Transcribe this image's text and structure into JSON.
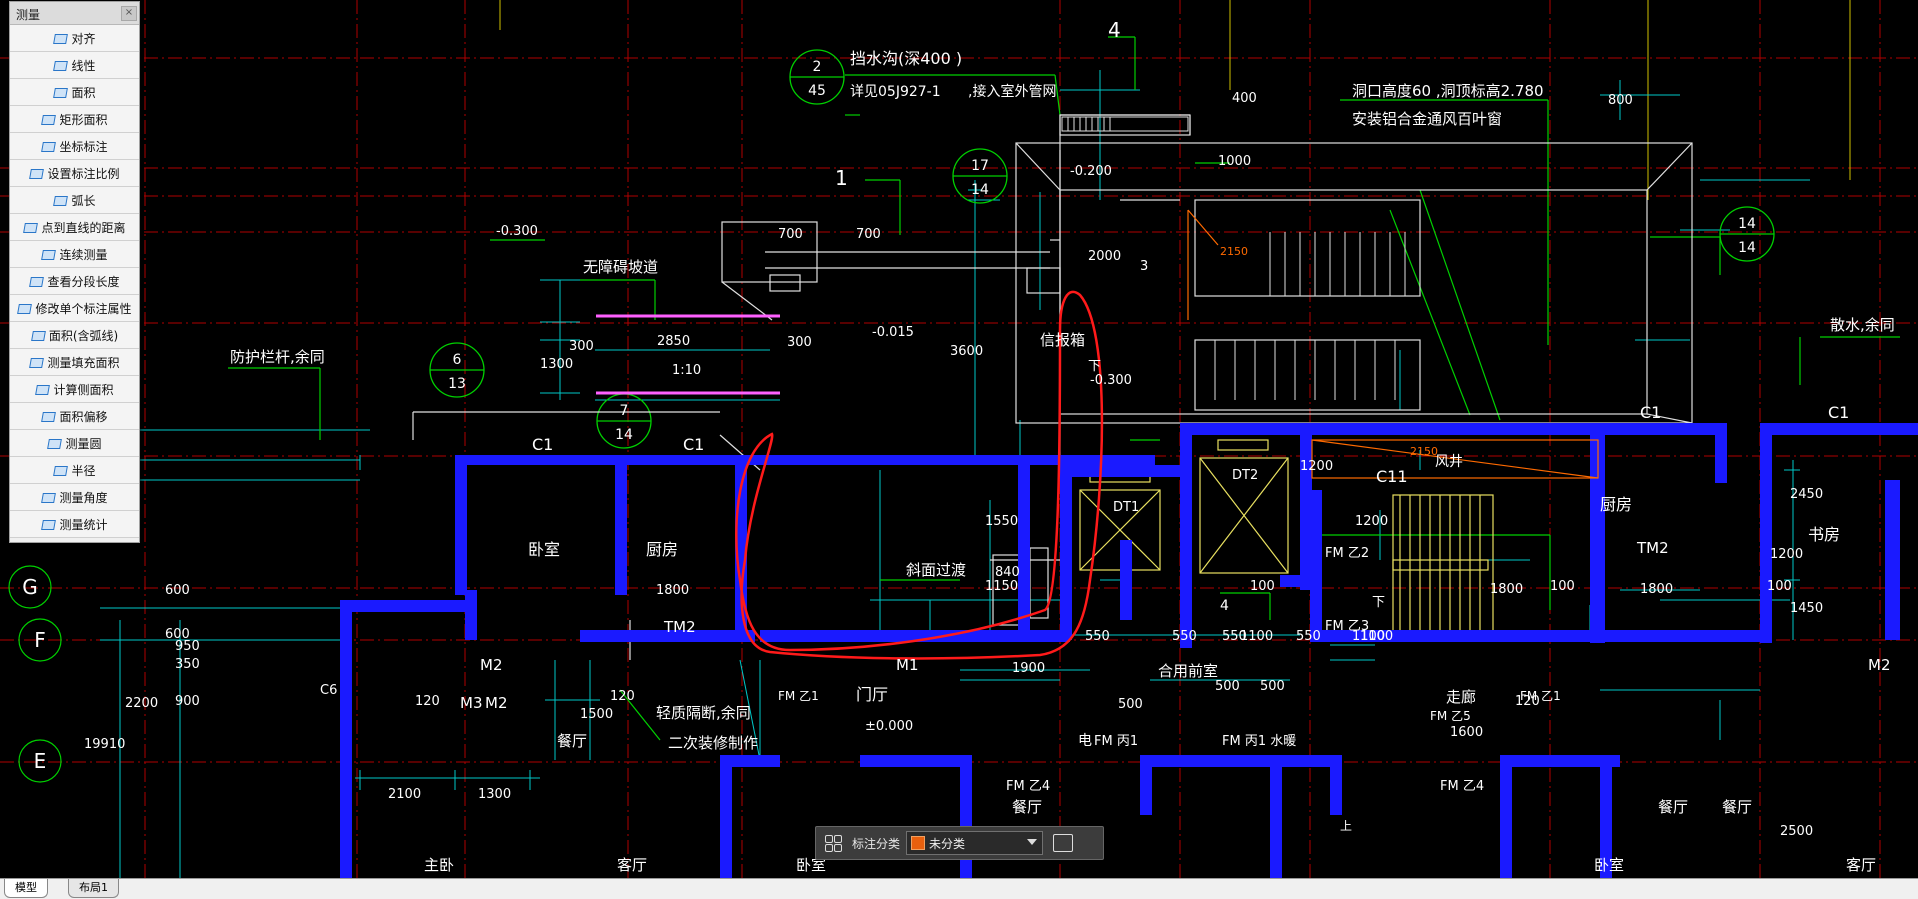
{
  "palette": {
    "title": "测量",
    "tools": [
      {
        "label": "对齐",
        "icon": "align-measure-icon"
      },
      {
        "label": "线性",
        "icon": "linear-measure-icon"
      },
      {
        "label": "面积",
        "icon": "area-icon"
      },
      {
        "label": "矩形面积",
        "icon": "rect-area-icon"
      },
      {
        "label": "坐标标注",
        "icon": "coordinate-icon"
      },
      {
        "label": "设置标注比例",
        "icon": "scale-icon"
      },
      {
        "label": "弧长",
        "icon": "arc-length-icon"
      },
      {
        "label": "点到直线的距离",
        "icon": "point-line-icon"
      },
      {
        "label": "连续测量",
        "icon": "continuous-measure-icon"
      },
      {
        "label": "查看分段长度",
        "icon": "segment-length-icon"
      },
      {
        "label": "修改单个标注属性",
        "icon": "edit-annotation-icon"
      },
      {
        "label": "面积(含弧线)",
        "icon": "arc-area-icon"
      },
      {
        "label": "测量填充面积",
        "icon": "fill-area-icon"
      },
      {
        "label": "计算侧面积",
        "icon": "side-area-icon"
      },
      {
        "label": "面积偏移",
        "icon": "area-offset-icon"
      },
      {
        "label": "测量圆",
        "icon": "circle-measure-icon"
      },
      {
        "label": "半径",
        "icon": "radius-icon"
      },
      {
        "label": "测量角度",
        "icon": "angle-icon"
      },
      {
        "label": "测量统计",
        "icon": "statistics-icon"
      }
    ]
  },
  "tabs": {
    "model": "模型",
    "layout1": "布局1"
  },
  "annotation_bar": {
    "label": "标注分类",
    "value": "未分类",
    "swatch": "#e8600e"
  },
  "drawing": {
    "texts": [
      {
        "t": "挡水沟(深400 )",
        "c": "#ffffff"
      },
      {
        "t": "详见05J927-1",
        "c": "#ffffff"
      },
      {
        "t": ",接入室外管网",
        "c": "#ffffff"
      },
      {
        "t": "洞口高度60 ,洞顶标高2.780",
        "c": "#ffffff"
      },
      {
        "t": "安装铝合金通风百叶窗",
        "c": "#ffffff"
      },
      {
        "t": "无障碍坡道",
        "c": "#ffffff"
      },
      {
        "t": "防护栏杆,余同",
        "c": "#ffffff"
      },
      {
        "t": "散水,余同",
        "c": "#ffffff"
      },
      {
        "t": "卧室",
        "c": "#ffffff"
      },
      {
        "t": "厨房",
        "c": "#ffffff"
      },
      {
        "t": "厨房",
        "c": "#ffffff"
      },
      {
        "t": "书房",
        "c": "#ffffff"
      },
      {
        "t": "斜面过渡",
        "c": "#ffffff"
      },
      {
        "t": "门厅",
        "c": "#ffffff"
      },
      {
        "t": "合用前室",
        "c": "#ffffff"
      },
      {
        "t": "走廊",
        "c": "#ffffff"
      },
      {
        "t": "餐厅",
        "c": "#ffffff"
      },
      {
        "t": "餐厅",
        "c": "#ffffff"
      },
      {
        "t": "餐厅",
        "c": "#ffffff"
      },
      {
        "t": "餐厅",
        "c": "#ffffff"
      },
      {
        "t": "轻质隔断,余同",
        "c": "#ffffff"
      },
      {
        "t": "二次装修制作",
        "c": "#ffffff"
      },
      {
        "t": "主卧",
        "c": "#ffffff"
      },
      {
        "t": "客厅",
        "c": "#ffffff"
      },
      {
        "t": "卧室",
        "c": "#ffffff"
      },
      {
        "t": "卧室",
        "c": "#ffffff"
      },
      {
        "t": "客厅",
        "c": "#ffffff"
      },
      {
        "t": "信报箱",
        "c": "#ffffff"
      },
      {
        "t": "风井",
        "c": "#ffffff"
      },
      {
        "t": "电",
        "c": "#ffffff"
      },
      {
        "t": "FM 丙1",
        "c": "#ffffff"
      },
      {
        "t": "FM 丙1 水暖",
        "c": "#ffffff"
      },
      {
        "t": "FM 乙2",
        "c": "#ffffff"
      },
      {
        "t": "FM 乙3",
        "c": "#ffffff"
      },
      {
        "t": "FM 乙4",
        "c": "#ffffff"
      },
      {
        "t": "FM 乙4",
        "c": "#ffffff"
      },
      {
        "t": "FM 乙1",
        "c": "#ffffff"
      },
      {
        "t": "FM 乙1",
        "c": "#ffffff"
      },
      {
        "t": "FM 乙5",
        "c": "#ffffff"
      },
      {
        "t": "DT1",
        "c": "#ffffff"
      },
      {
        "t": "DT2",
        "c": "#ffffff"
      },
      {
        "t": "C11",
        "c": "#ffffff"
      },
      {
        "t": "C1",
        "c": "#ffffff"
      },
      {
        "t": "C1",
        "c": "#ffffff"
      },
      {
        "t": "C1",
        "c": "#ffffff"
      },
      {
        "t": "C1",
        "c": "#ffffff"
      },
      {
        "t": "M1",
        "c": "#ffffff"
      },
      {
        "t": "M2",
        "c": "#ffffff"
      },
      {
        "t": "M2",
        "c": "#ffffff"
      },
      {
        "t": "M2",
        "c": "#ffffff"
      },
      {
        "t": "M3",
        "c": "#ffffff"
      },
      {
        "t": "TM2",
        "c": "#ffffff"
      },
      {
        "t": "TM2",
        "c": "#ffffff"
      },
      {
        "t": "C6",
        "c": "#ffffff"
      },
      {
        "t": "-0.300",
        "c": "#ffffff"
      },
      {
        "t": "-0.200",
        "c": "#ffffff"
      },
      {
        "t": "-0.015",
        "c": "#ffffff"
      },
      {
        "t": "-0.300",
        "c": "#ffffff"
      },
      {
        "t": "±0.000",
        "c": "#ffffff"
      },
      {
        "t": "2850",
        "c": "#ffffff"
      },
      {
        "t": "1:10",
        "c": "#ffffff"
      },
      {
        "t": "700",
        "c": "#ffffff"
      },
      {
        "t": "700",
        "c": "#ffffff"
      },
      {
        "t": "800",
        "c": "#ffffff"
      },
      {
        "t": "400",
        "c": "#ffffff"
      },
      {
        "t": "1000",
        "c": "#ffffff"
      },
      {
        "t": "2000",
        "c": "#ffffff"
      },
      {
        "t": "3600",
        "c": "#ffffff"
      },
      {
        "t": "300",
        "c": "#ffffff"
      },
      {
        "t": "300",
        "c": "#ffffff"
      },
      {
        "t": "1300",
        "c": "#ffffff"
      },
      {
        "t": "1550",
        "c": "#ffffff"
      },
      {
        "t": "1150",
        "c": "#ffffff"
      },
      {
        "t": "1800",
        "c": "#ffffff"
      },
      {
        "t": "1800",
        "c": "#ffffff"
      },
      {
        "t": "1800",
        "c": "#ffffff"
      },
      {
        "t": "1900",
        "c": "#ffffff"
      },
      {
        "t": "1100",
        "c": "#ffffff"
      },
      {
        "t": "1100",
        "c": "#ffffff"
      },
      {
        "t": "1100",
        "c": "#ffffff"
      },
      {
        "t": "550",
        "c": "#ffffff"
      },
      {
        "t": "550",
        "c": "#ffffff"
      },
      {
        "t": "550",
        "c": "#ffffff"
      },
      {
        "t": "550",
        "c": "#ffffff"
      },
      {
        "t": "1200",
        "c": "#ffffff"
      },
      {
        "t": "1200",
        "c": "#ffffff"
      },
      {
        "t": "1200",
        "c": "#ffffff"
      },
      {
        "t": "2100",
        "c": "#ffffff"
      },
      {
        "t": "1300",
        "c": "#ffffff"
      },
      {
        "t": "1500",
        "c": "#ffffff"
      },
      {
        "t": "1600",
        "c": "#ffffff"
      },
      {
        "t": "2450",
        "c": "#ffffff"
      },
      {
        "t": "1450",
        "c": "#ffffff"
      },
      {
        "t": "2500",
        "c": "#ffffff"
      },
      {
        "t": "19910",
        "c": "#ffffff"
      },
      {
        "t": "2200",
        "c": "#ffffff"
      },
      {
        "t": "900",
        "c": "#ffffff"
      },
      {
        "t": "950",
        "c": "#ffffff"
      },
      {
        "t": "600",
        "c": "#ffffff"
      },
      {
        "t": "600",
        "c": "#ffffff"
      },
      {
        "t": "350",
        "c": "#ffffff"
      },
      {
        "t": "840",
        "c": "#ffffff"
      },
      {
        "t": "100",
        "c": "#ffffff"
      },
      {
        "t": "100",
        "c": "#ffffff"
      },
      {
        "t": "100",
        "c": "#ffffff"
      },
      {
        "t": "120",
        "c": "#ffffff"
      },
      {
        "t": "120",
        "c": "#ffffff"
      },
      {
        "t": "120",
        "c": "#ffffff"
      },
      {
        "t": "500",
        "c": "#ffffff"
      },
      {
        "t": "500",
        "c": "#ffffff"
      },
      {
        "t": "500",
        "c": "#ffffff"
      },
      {
        "t": "2150",
        "c": "#ff6a00"
      },
      {
        "t": "2150",
        "c": "#ff6a00"
      },
      {
        "t": "4",
        "c": "#ffffff"
      },
      {
        "t": "4",
        "c": "#ffffff"
      },
      {
        "t": "1",
        "c": "#ffffff"
      },
      {
        "t": "3",
        "c": "#ffffff"
      },
      {
        "t": "下",
        "c": "#ffffff"
      },
      {
        "t": "下",
        "c": "#ffffff"
      },
      {
        "t": "上",
        "c": "#ffffff"
      }
    ],
    "axes": [
      "G",
      "F",
      "E"
    ],
    "details": [
      {
        "top": "2",
        "bot": "45"
      },
      {
        "top": "17",
        "bot": "14"
      },
      {
        "top": "14",
        "bot": "14"
      },
      {
        "top": "6",
        "bot": "13"
      },
      {
        "top": "7",
        "bot": "14"
      }
    ]
  }
}
